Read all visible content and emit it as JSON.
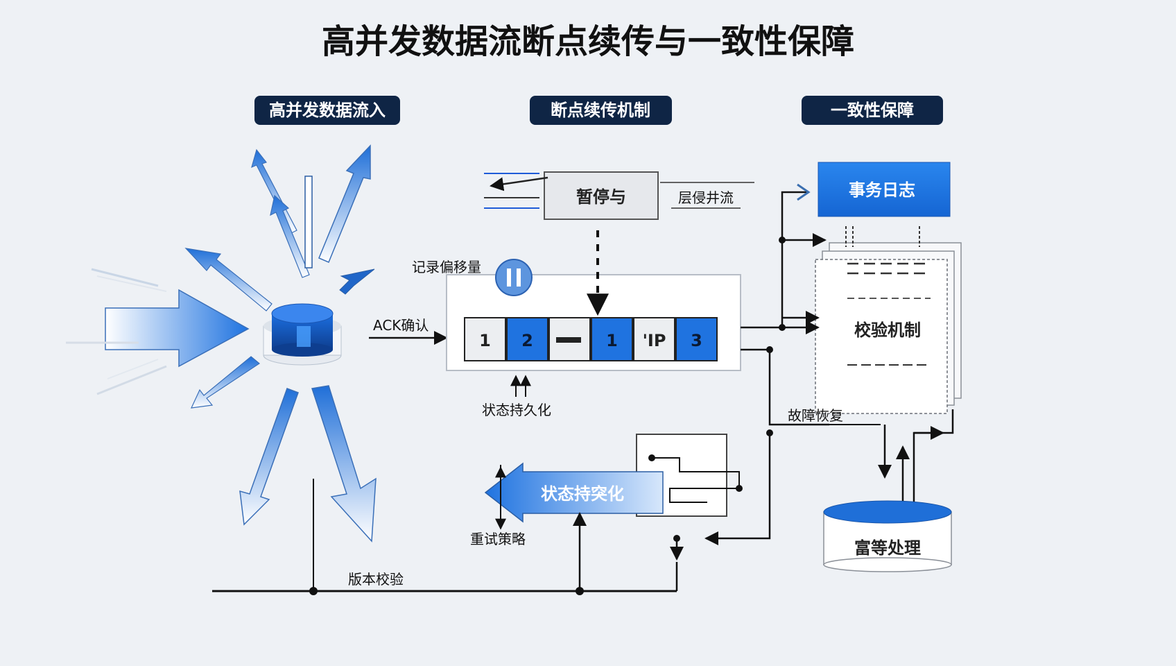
{
  "title": "高并发数据流断点续传与一致性保障",
  "sections": {
    "ingest": "高并发数据流入",
    "resume": "断点续传机制",
    "consistency": "一致性保障"
  },
  "labels": {
    "ack": "ACK确认",
    "offset": "记录偏移量",
    "state_persist": "状态持久化",
    "pause": "暂停与",
    "resume_garbled": "层侵井流",
    "state_persist_arrow": "状态持突化",
    "retry": "重试策略",
    "version_check": "版本校验",
    "tx_log": "事务日志",
    "verify": "校验机制",
    "idempotent": "富等处理",
    "fault_garbled": "故障恢复"
  },
  "queue": [
    {
      "text": "1",
      "style": "light"
    },
    {
      "text": "2",
      "style": "blue"
    },
    {
      "text": "",
      "style": "light"
    },
    {
      "text": "1",
      "style": "blue"
    },
    {
      "text": "'IP",
      "style": "light"
    },
    {
      "text": "3",
      "style": "blue"
    }
  ],
  "colors": {
    "accent": "#1f73e0",
    "pill": "#0f2545",
    "ink": "#111111"
  },
  "icons": {
    "pause": "pause-icon",
    "database": "database-icon"
  }
}
